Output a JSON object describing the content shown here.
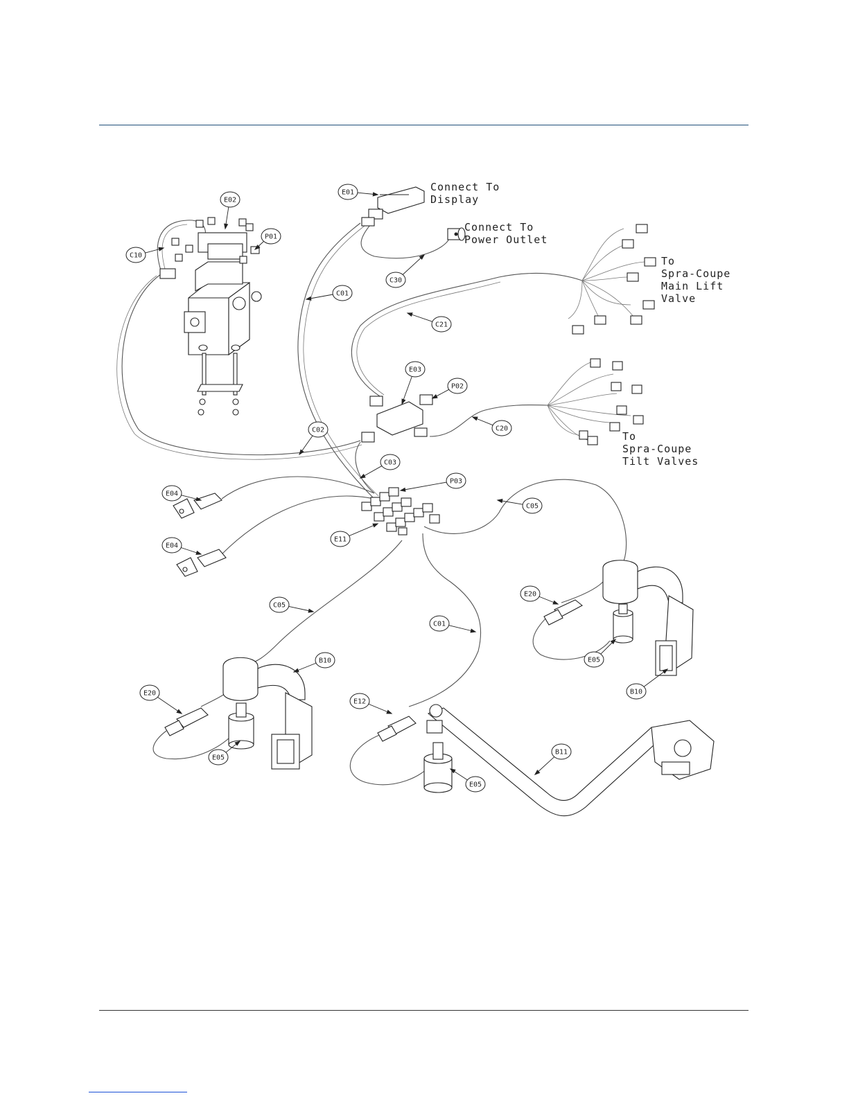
{
  "callouts": [
    {
      "id": "e01",
      "label": "E01"
    },
    {
      "id": "e02",
      "label": "E02"
    },
    {
      "id": "p01",
      "label": "P01"
    },
    {
      "id": "c10",
      "label": "C10"
    },
    {
      "id": "c01-top",
      "label": "C01"
    },
    {
      "id": "c30",
      "label": "C30"
    },
    {
      "id": "c21",
      "label": "C21"
    },
    {
      "id": "e03",
      "label": "E03"
    },
    {
      "id": "p02",
      "label": "P02"
    },
    {
      "id": "c20",
      "label": "C20"
    },
    {
      "id": "c02",
      "label": "C02"
    },
    {
      "id": "c03",
      "label": "C03"
    },
    {
      "id": "p03",
      "label": "P03"
    },
    {
      "id": "e04-a",
      "label": "E04"
    },
    {
      "id": "e04-b",
      "label": "E04"
    },
    {
      "id": "e11",
      "label": "E11"
    },
    {
      "id": "c05-right",
      "label": "C05"
    },
    {
      "id": "c05-left",
      "label": "C05"
    },
    {
      "id": "e20-right",
      "label": "E20"
    },
    {
      "id": "c01-bottom",
      "label": "C01"
    },
    {
      "id": "e05-right",
      "label": "E05"
    },
    {
      "id": "b10-right",
      "label": "B10"
    },
    {
      "id": "b10-left",
      "label": "B10"
    },
    {
      "id": "e20-left",
      "label": "E20"
    },
    {
      "id": "e12",
      "label": "E12"
    },
    {
      "id": "e05-left",
      "label": "E05"
    },
    {
      "id": "e05-center",
      "label": "E05"
    },
    {
      "id": "b11",
      "label": "B11"
    }
  ],
  "notes": {
    "display": [
      "Connect To",
      "Display"
    ],
    "power": [
      "Connect To",
      "Power Outlet"
    ],
    "main_lift": [
      "To",
      "Spra-Coupe",
      "Main Lift",
      "Valve"
    ],
    "tilt": [
      "To",
      "Spra-Coupe",
      "Tilt Valves"
    ]
  },
  "colors": {
    "header_rule": "#1f4e79",
    "line_art": "#222222",
    "footer_link": "#1a4fd6"
  }
}
